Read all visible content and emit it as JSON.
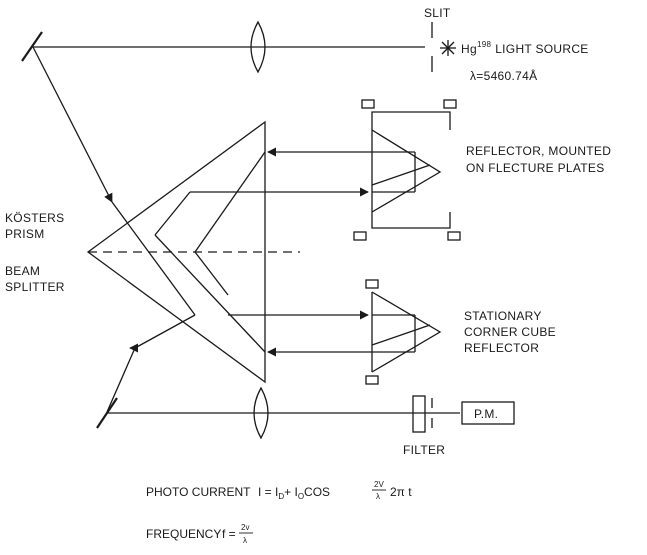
{
  "labels": {
    "slit": "SLIT",
    "light_source": "Hg",
    "light_source_sup": "198",
    "light_source_suffix": "LIGHT SOURCE",
    "wavelength": "λ=5460.74Å",
    "reflector_line1": "REFLECTOR, MOUNTED",
    "reflector_line2": "ON FLECTURE PLATES",
    "kosters_line1": "KÖSTERS",
    "kosters_line2": "PRISM",
    "beam_line1": "BEAM",
    "beam_line2": "SPLITTER",
    "stationary_line1": "STATIONARY",
    "stationary_line2": "CORNER CUBE",
    "stationary_line3": "REFLECTOR",
    "pm": "P.M.",
    "filter": "FILTER"
  },
  "equations": {
    "photo_current_label": "PHOTO CURRENT",
    "photo_current_lhs": "I = I",
    "photo_current_sub_d": "D",
    "photo_current_plus": "+ I",
    "photo_current_sub_o": "O",
    "photo_current_cos": "COS",
    "photo_current_frac_num": "2V",
    "photo_current_frac_den": "λ",
    "photo_current_tail": "2π t",
    "frequency_label": "FREQUENCY",
    "frequency_lhs": "f =",
    "frequency_frac_num": "2v",
    "frequency_frac_den": "λ"
  },
  "icons": {
    "light_source": "star-burst-icon",
    "beam_direction": "arrowhead-icon"
  }
}
